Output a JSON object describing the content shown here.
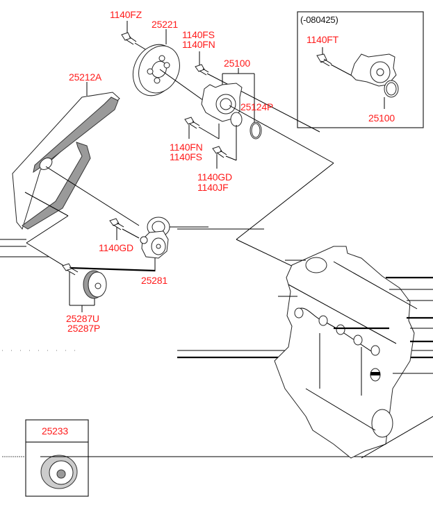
{
  "diagram": {
    "title": "Engine Coolant Pump / Drive Belt Assembly",
    "inset": {
      "variant_note": "(-080425)",
      "labels": {
        "bolt": "1140FT",
        "pump": "25100"
      }
    },
    "labels": {
      "bolt_top": "1140FZ",
      "pulley": "25221",
      "bolt_pump_1": "1140FS",
      "bolt_pump_2": "1140FN",
      "pump_assembly": "25100",
      "gasket": "25124P",
      "belt": "25212A",
      "bolt_lower_1": "1140FN",
      "bolt_lower_2": "1140FS",
      "bolt_gd": "1140GD",
      "bolt_jf": "1140JF",
      "tensioner_bolt": "1140GD",
      "tensioner": "25281",
      "idler_1": "25287U",
      "idler_2": "25287P",
      "fan_clutch": "25233"
    },
    "colors": {
      "label": "#ff1a1a",
      "line": "#000000",
      "background": "#ffffff"
    }
  }
}
